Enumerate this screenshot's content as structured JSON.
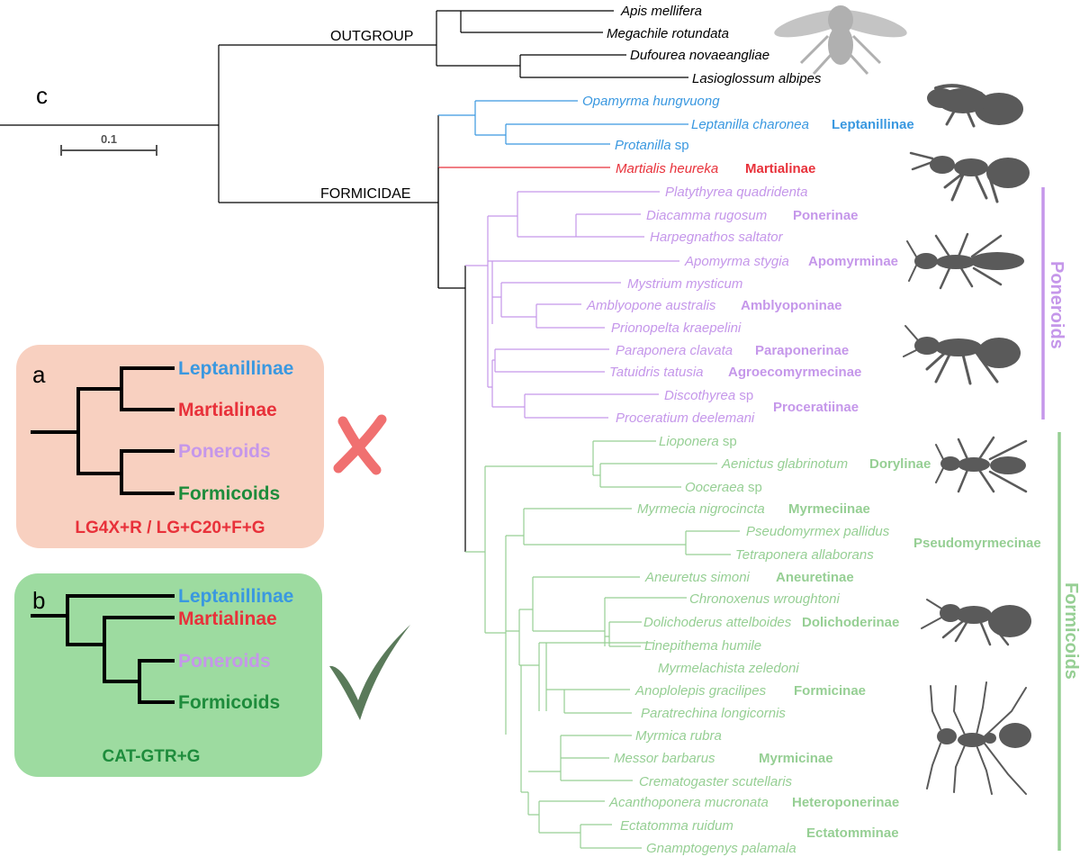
{
  "panel_c": {
    "label": "c",
    "scale_label": "0.1",
    "outgroup_label": "OUTGROUP",
    "formicidae_label": "FORMICIDAE",
    "taxa": {
      "apis": "Apis mellifera",
      "megachile": "Megachile rotundata",
      "dufourea": "Dufourea novaeangliae",
      "lasioglossum": "Lasioglossum albipes",
      "opamyrma": "Opamyrma hungvuong",
      "leptanilla": "Leptanilla charonea",
      "protanilla": "Protanilla",
      "martialis": "Martialis heureka",
      "platythyrea": "Platythyrea quadridenta",
      "diacamma": "Diacamma rugosum",
      "harpegnathos": "Harpegnathos saltator",
      "apomyrma": "Apomyrma stygia",
      "mystrium": "Mystrium mysticum",
      "amblyopone": "Amblyopone australis",
      "prionopelta": "Prionopelta kraepelini",
      "paraponera": "Paraponera clavata",
      "tatuidris": "Tatuidris tatusia",
      "discothyrea": "Discothyrea",
      "proceratium": "Proceratium deelemani",
      "lioponera": "Lioponera",
      "aenictus": "Aenictus glabrinotum",
      "ooceraea": "Ooceraea",
      "myrmecia": "Myrmecia nigrocincta",
      "pseudomyrmex": "Pseudomyrmex pallidus",
      "tetraponera": "Tetraponera allaborans",
      "aneuretus": "Aneuretus simoni",
      "chronoxenus": "Chronoxenus wroughtoni",
      "dolichoderus": "Dolichoderus attelboides",
      "linepithema": "Linepithema humile",
      "myrmelachista": "Myrmelachista zeledoni",
      "anoplolepis": "Anoplolepis gracilipes",
      "paratrechina": "Paratrechina longicornis",
      "myrmica": "Myrmica rubra",
      "messor": "Messor barbarus",
      "crematogaster": "Crematogaster scutellaris",
      "acanthoponera": "Acanthoponera mucronata",
      "ectatomma": "Ectatomma ruidum",
      "gnamptogenys": "Gnamptogenys palamala"
    },
    "sp_suffix": "sp",
    "subfamilies": {
      "leptanillinae": "Leptanillinae",
      "martialinae": "Martialinae",
      "ponerinae": "Ponerinae",
      "apomyrminae": "Apomyrminae",
      "amblyoponinae": "Amblyoponinae",
      "paraponerinae": "Paraponerinae",
      "agroecomyrmecinae": "Agroecomyrmecinae",
      "proceratiinae": "Proceratiinae",
      "dorylinae": "Dorylinae",
      "myrmeciinae": "Myrmeciinae",
      "pseudomyrmecinae": "Pseudomyrmecinae",
      "aneuretinae": "Aneuretinae",
      "dolichoderinae": "Dolichoderinae",
      "formicinae": "Formicinae",
      "myrmicinae": "Myrmicinae",
      "heteroponerinae": "Heteroponerinae",
      "ectatomminae": "Ectatomminae"
    },
    "groups": {
      "poneroids": "Poneroids",
      "formicoids": "Formicoids"
    }
  },
  "panel_a": {
    "label": "a",
    "leaves": [
      "Leptanillinae",
      "Martialinae",
      "Poneroids",
      "Formicoids"
    ],
    "model": "LG4X+R / LG+C20+F+G",
    "verdict_icon": "cross-mark-icon"
  },
  "panel_b": {
    "label": "b",
    "leaves": [
      "Leptanillinae",
      "Martialinae",
      "Poneroids",
      "Formicoids"
    ],
    "model": "CAT-GTR+G",
    "verdict_icon": "check-mark-icon"
  },
  "colors": {
    "leptanillinae": "#3a98e0",
    "martialinae": "#e8313a",
    "poneroids": "#c597ea",
    "formicoids": "#96cf94",
    "formicoids_label_dark": "#1e8c3c",
    "box_a": "#f8d0c0",
    "box_b": "#9ddba0",
    "cross": "#f07070",
    "check": "#5a7a5a",
    "silhouette": "#5a5a5a"
  }
}
